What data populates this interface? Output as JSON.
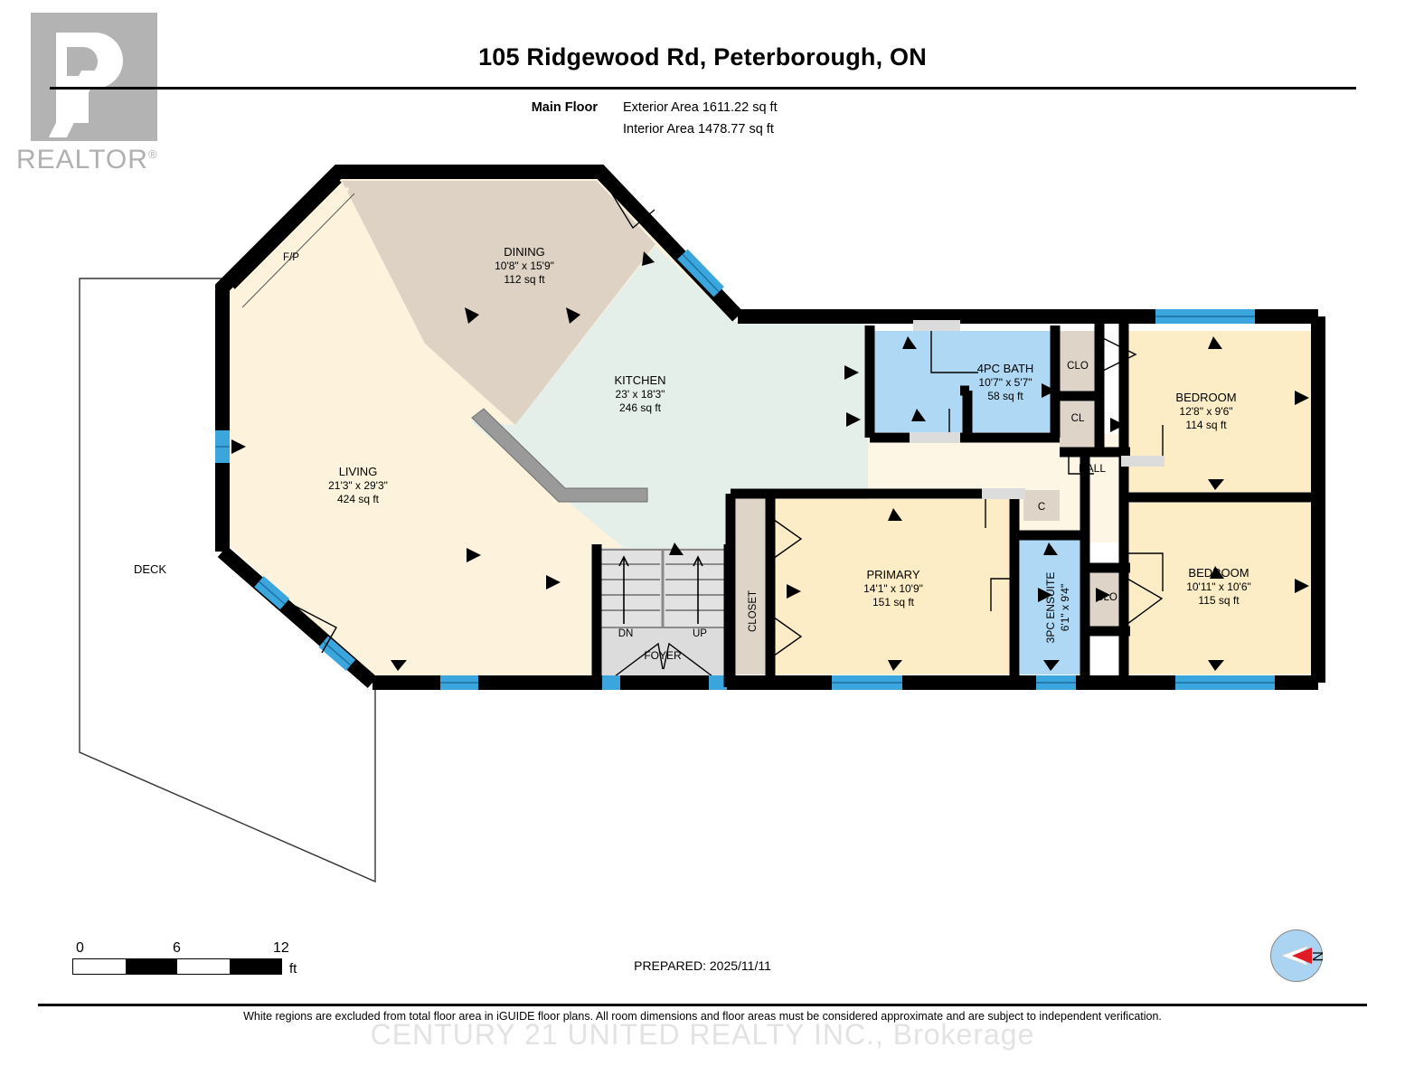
{
  "logo": {
    "text": "REALTOR",
    "registered": "®"
  },
  "header": {
    "title": "105 Ridgewood Rd, Peterborough, ON",
    "floor_label": "Main Floor",
    "exterior_area": "Exterior Area 1611.22 sq ft",
    "interior_area": "Interior Area 1478.77 sq ft"
  },
  "rooms": {
    "dining": {
      "name": "DINING",
      "dims": "10'8\" x 15'9\"",
      "area": "112 sq ft"
    },
    "kitchen": {
      "name": "KITCHEN",
      "dims": "23' x 18'3\"",
      "area": "246 sq ft"
    },
    "living": {
      "name": "LIVING",
      "dims": "21'3\" x 29'3\"",
      "area": "424 sq ft"
    },
    "bath4pc": {
      "name": "4PC BATH",
      "dims": "10'7\" x 5'7\"",
      "area": "58 sq ft"
    },
    "bedroom1": {
      "name": "BEDROOM",
      "dims": "12'8\" x 9'6\"",
      "area": "114 sq ft"
    },
    "bedroom2": {
      "name": "BEDROOM",
      "dims": "10'11\" x 10'6\"",
      "area": "115 sq ft"
    },
    "primary": {
      "name": "PRIMARY",
      "dims": "14'1\" x 10'9\"",
      "area": "151 sq ft"
    },
    "ensuite": {
      "name": "3PC ENSUITE",
      "dims": "6'1\" x 9'4\"",
      "area": ""
    }
  },
  "labels": {
    "fp": "F/P",
    "deck": "DECK",
    "hall": "HALL",
    "foyer": "FOYER",
    "closet": "CLOSET",
    "clo_top": "CLO",
    "cl": "CL",
    "c": "C",
    "clo_bottom": "CLO",
    "stairs_dn": "DN",
    "stairs_up": "UP"
  },
  "scale": {
    "t0": "0",
    "t6": "6",
    "t12": "12",
    "unit": "ft"
  },
  "compass": {
    "north": "N"
  },
  "footer": {
    "prepared": "PREPARED: 2025/11/11",
    "disclaimer": "White regions are excluded from total floor area in iGUIDE floor plans. All room dimensions and floor areas must be considered approximate and are subject to independent verification.",
    "watermark": "CENTURY 21 UNITED REALTY INC., Brokerage"
  },
  "colors": {
    "wall": "#000000",
    "window": "#3aa6dd",
    "living": "#fdf3dc",
    "dining": "#ddd2c4",
    "kitchen": "#e4efe9",
    "bedroom": "#fdedc6",
    "bath": "#aed8f4",
    "closet": "#ded5c8",
    "stairs": "#dcdcdc",
    "counter": "#9a9a9a",
    "logo_gray": "#b3b3b3",
    "compass_circle": "#aad4f2",
    "compass_needle": "#e01b24"
  }
}
